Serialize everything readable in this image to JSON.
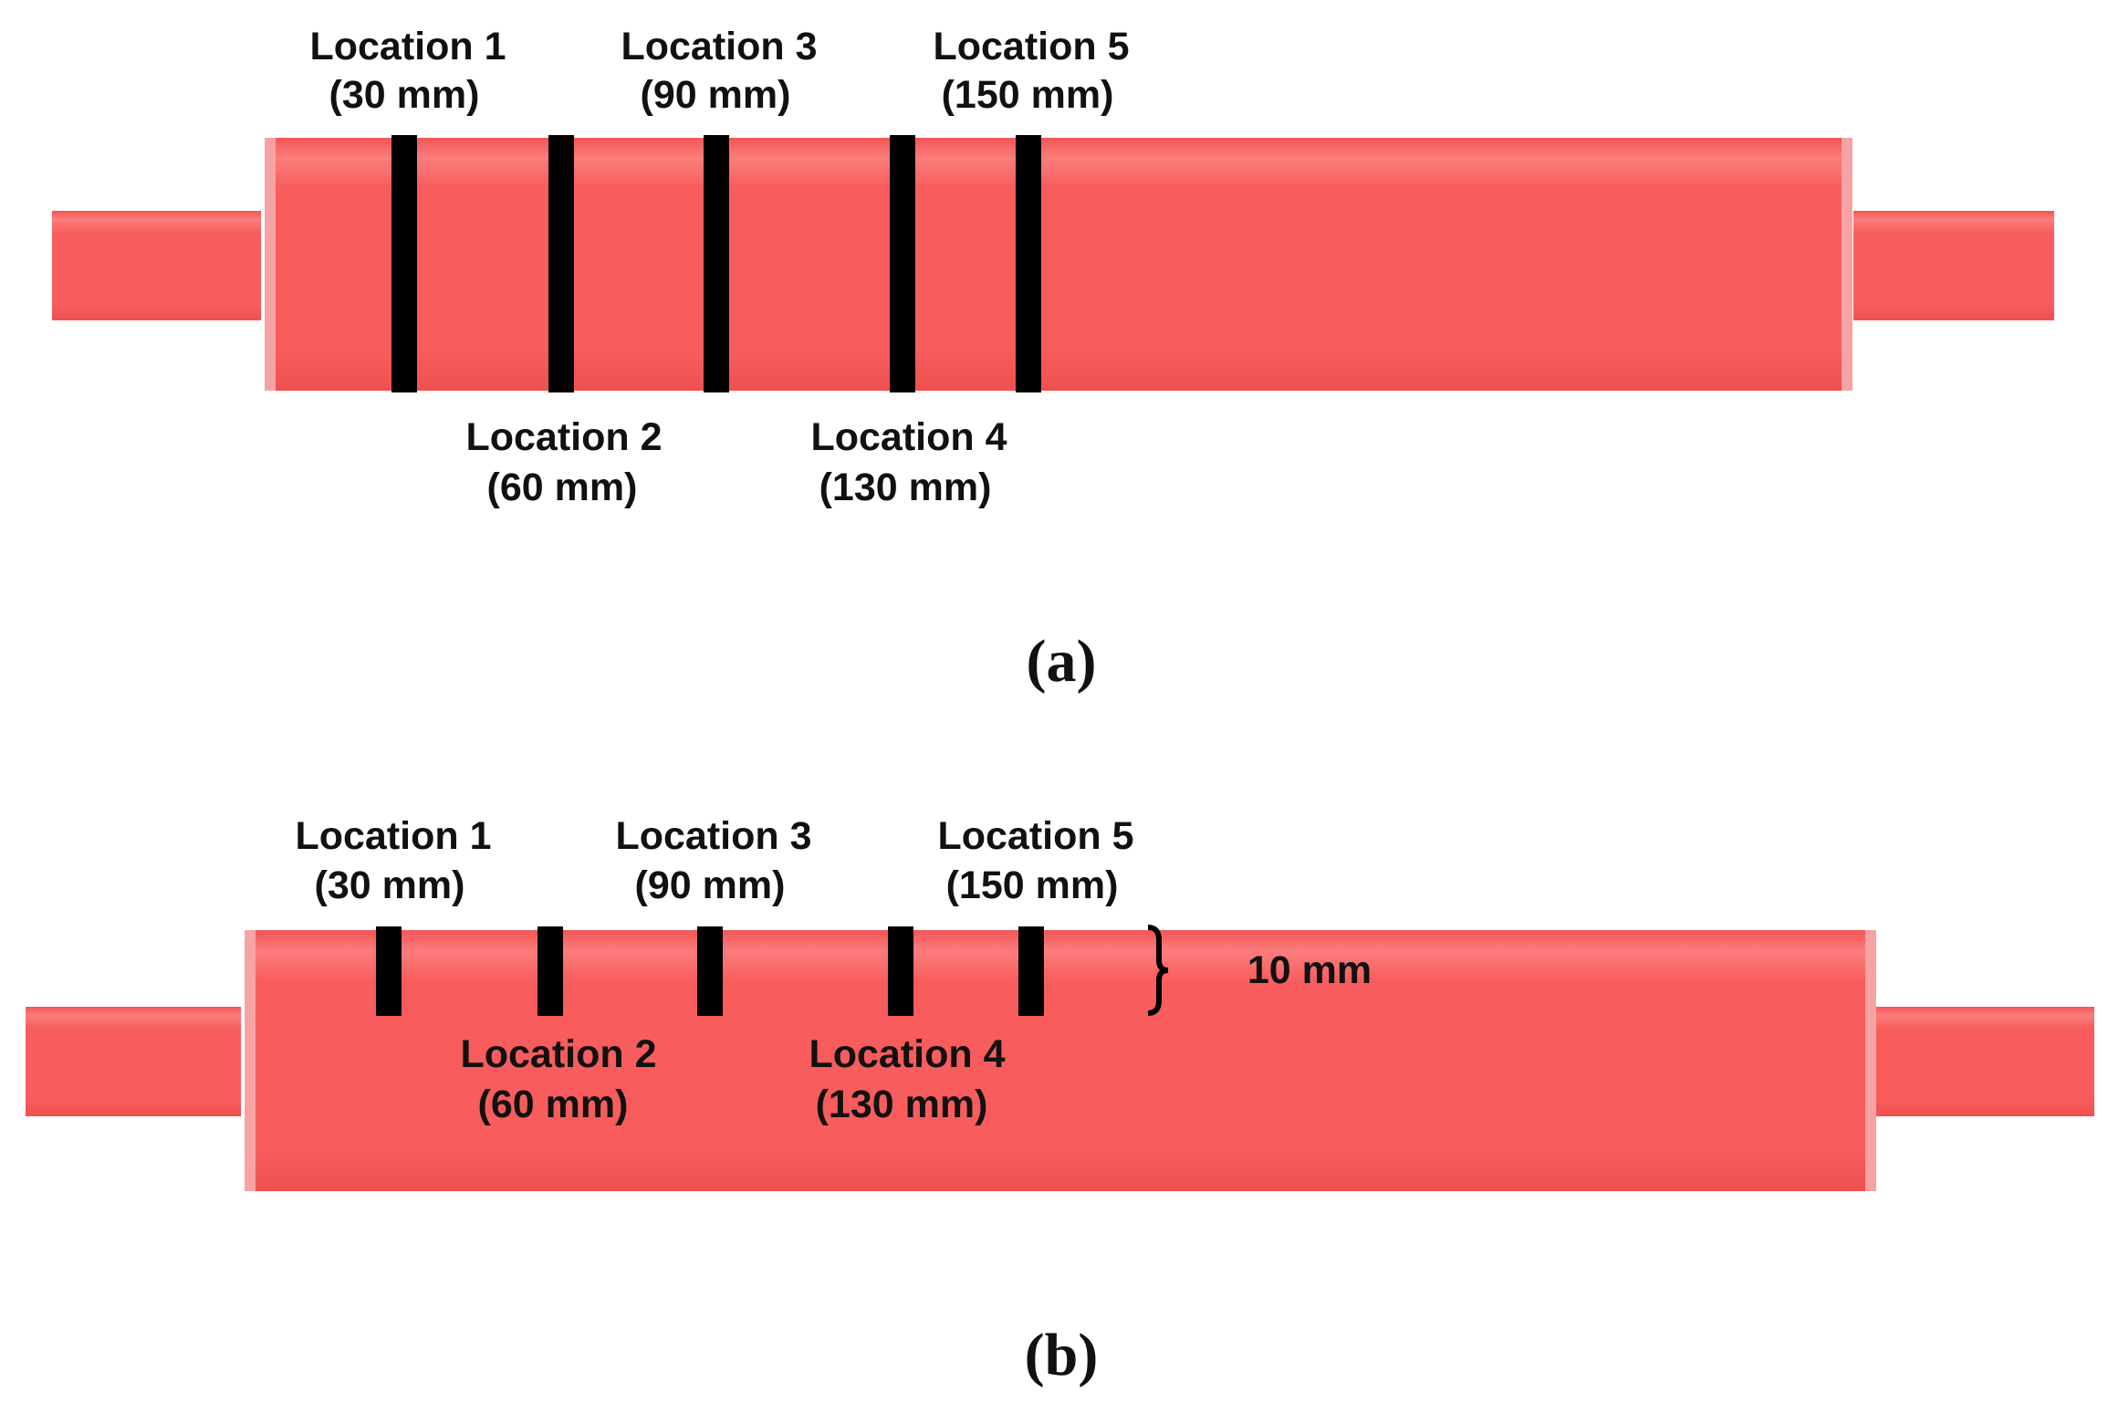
{
  "colors": {
    "tube_fill": "#f85c5c",
    "tube_highlight": "#fb8686",
    "cap_edge": "#f4a8a8",
    "marker": "#000000",
    "text": "#111111"
  },
  "panel_a": {
    "caption": "(a)",
    "locations": [
      {
        "name": "Location 1",
        "position": "(30 mm)"
      },
      {
        "name": "Location 2",
        "position": "(60 mm)"
      },
      {
        "name": "Location 3",
        "position": "(90 mm)"
      },
      {
        "name": "Location 4",
        "position": "(130 mm)"
      },
      {
        "name": "Location 5",
        "position": "(150 mm)"
      }
    ]
  },
  "panel_b": {
    "caption": "(b)",
    "bracket_label": "10 mm",
    "locations": [
      {
        "name": "Location 1",
        "position": "(30 mm)"
      },
      {
        "name": "Location 2",
        "position": "(60 mm)"
      },
      {
        "name": "Location 3",
        "position": "(90 mm)"
      },
      {
        "name": "Location 4",
        "position": "(130 mm)"
      },
      {
        "name": "Location 5",
        "position": "(150 mm)"
      }
    ]
  }
}
